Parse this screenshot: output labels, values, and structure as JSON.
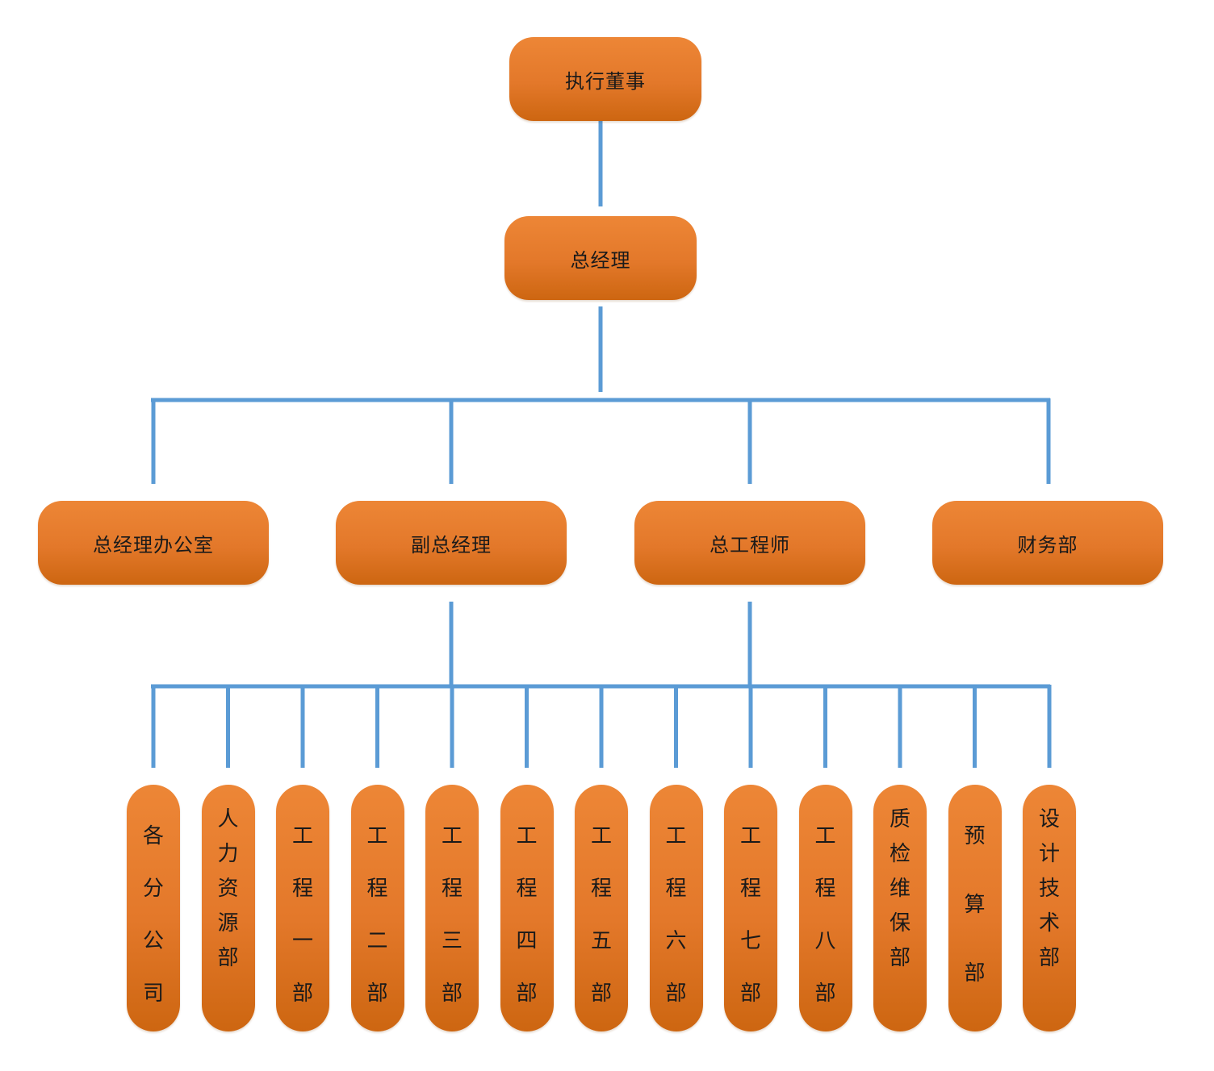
{
  "colors": {
    "box_fill": "#e47a2b",
    "box_fill_dark": "#cd6611",
    "connector": "#5b9bd5",
    "text": "#1a1a1a"
  },
  "nodes": {
    "executive_director": "执行董事",
    "general_manager": "总经理",
    "gm_office": "总经理办公室",
    "deputy_gm": "副总经理",
    "chief_engineer": "总工程师",
    "finance_dept": "财务部"
  },
  "departments": [
    {
      "label": "各分公司"
    },
    {
      "label": "人力资源部"
    },
    {
      "label": "工程一部"
    },
    {
      "label": "工程二部"
    },
    {
      "label": "工程三部"
    },
    {
      "label": "工程四部"
    },
    {
      "label": "工程五部"
    },
    {
      "label": "工程六部"
    },
    {
      "label": "工程七部"
    },
    {
      "label": "工程八部"
    },
    {
      "label": "质检维保部"
    },
    {
      "label": "预算部"
    },
    {
      "label": "设计技术部"
    }
  ]
}
